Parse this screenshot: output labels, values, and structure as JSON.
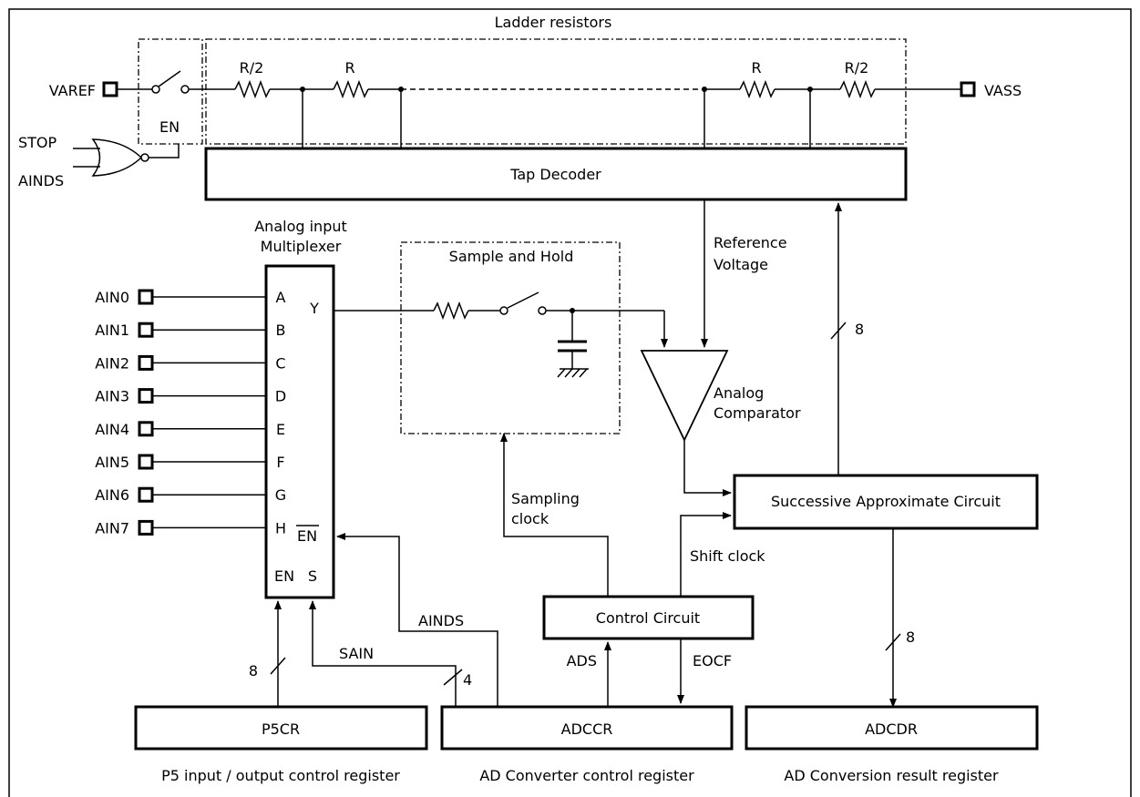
{
  "title": "Ladder resistors",
  "pins": {
    "varef": "VAREF",
    "vass": "VASS",
    "stop": "STOP",
    "ainds_in": "AINDS",
    "en_switch": "EN"
  },
  "resistors": {
    "r_half_left": "R/2",
    "r_left": "R",
    "r_right": "R",
    "r_half_right": "R/2"
  },
  "tap_decoder": "Tap Decoder",
  "mux": {
    "title_line1": "Analog input",
    "title_line2": "Multiplexer",
    "output": "Y",
    "en_bar": "EN",
    "en": "EN",
    "select": "S",
    "inputs": [
      {
        "pin": "AIN0",
        "port": "A"
      },
      {
        "pin": "AIN1",
        "port": "B"
      },
      {
        "pin": "AIN2",
        "port": "C"
      },
      {
        "pin": "AIN3",
        "port": "D"
      },
      {
        "pin": "AIN4",
        "port": "E"
      },
      {
        "pin": "AIN5",
        "port": "F"
      },
      {
        "pin": "AIN6",
        "port": "G"
      },
      {
        "pin": "AIN7",
        "port": "H"
      }
    ]
  },
  "sample_hold": "Sample and Hold",
  "reference_voltage": {
    "line1": "Reference",
    "line2": "Voltage"
  },
  "comparator": {
    "line1": "Analog",
    "line2": "Comparator"
  },
  "sar": "Successive Approximate Circuit",
  "bus_8_sar": "8",
  "bus_8_result": "8",
  "bus_8_p5": "8",
  "bus_4": "4",
  "sampling_clock": {
    "line1": "Sampling",
    "line2": "clock"
  },
  "shift_clock": "Shift clock",
  "control_circuit": "Control Circuit",
  "signals": {
    "ainds": "AINDS",
    "sain": "SAIN",
    "ads": "ADS",
    "eocf": "EOCF"
  },
  "registers": {
    "p5cr": "P5CR",
    "adccr": "ADCCR",
    "adcdr": "ADCDR"
  },
  "captions": {
    "p5cr": "P5 input / output control register",
    "adccr": "AD Converter control register",
    "adcdr": "AD Conversion result register"
  }
}
